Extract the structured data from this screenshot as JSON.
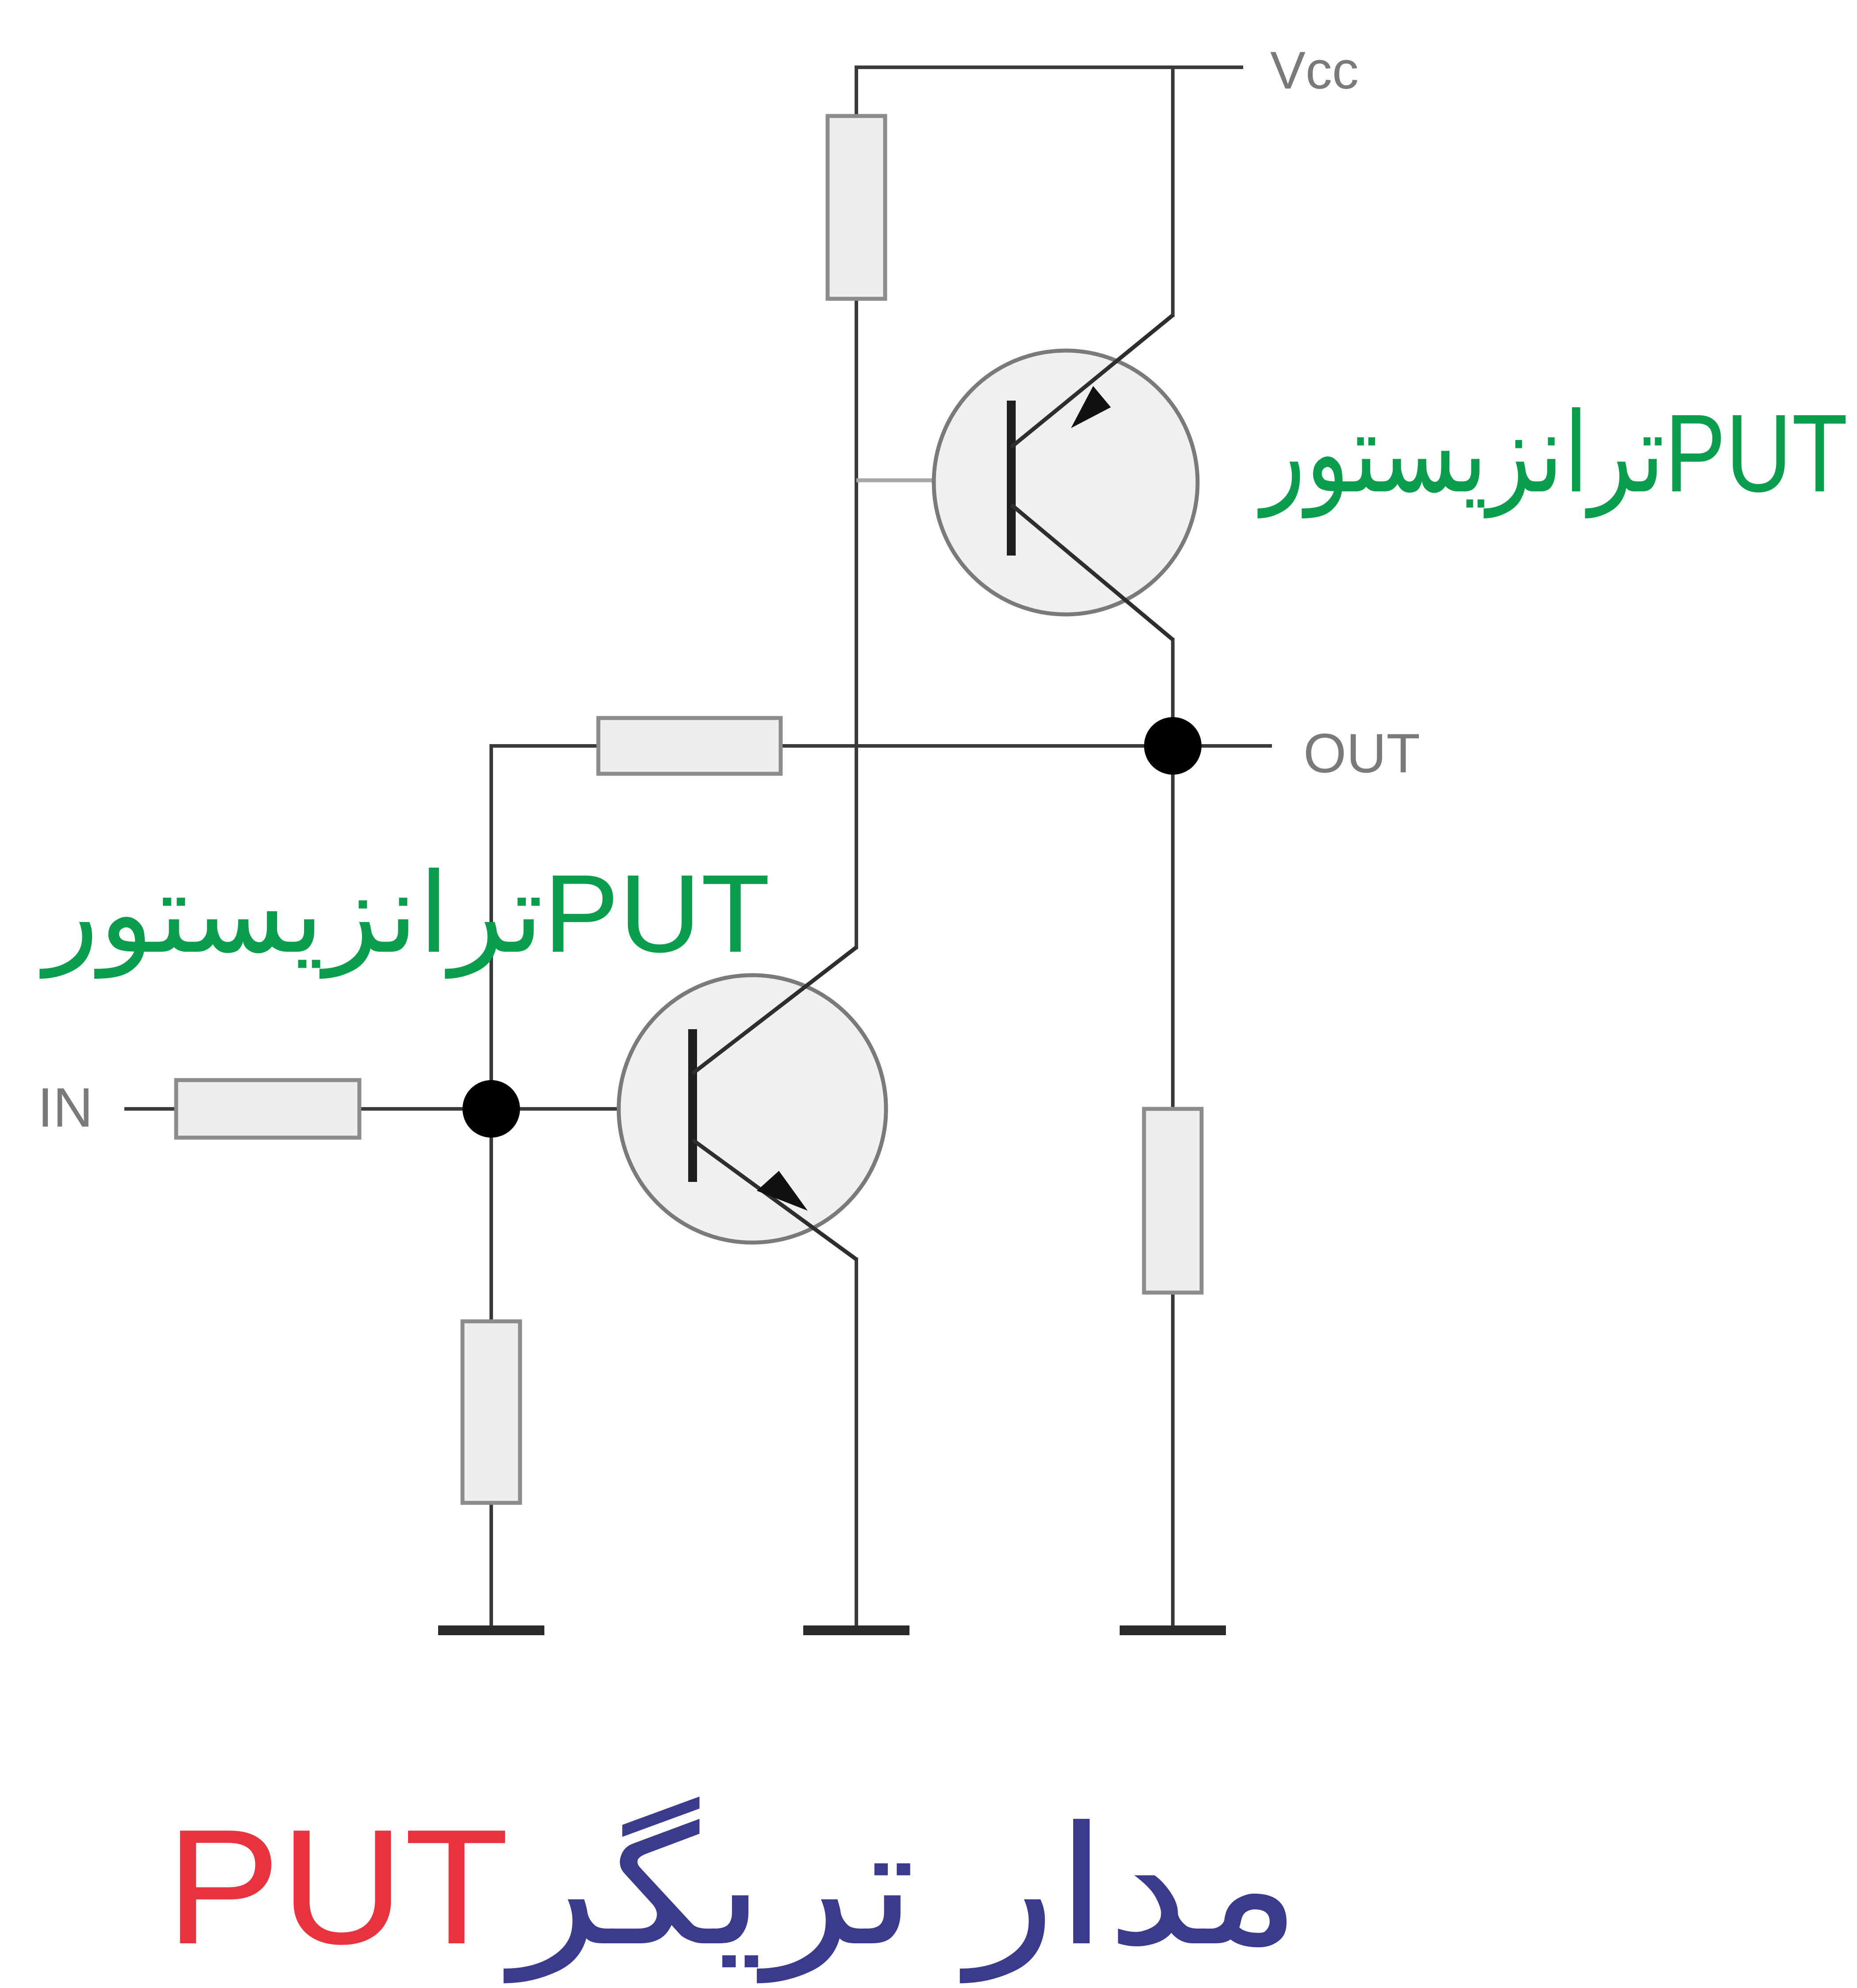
{
  "labels": {
    "vcc": "Vcc",
    "out": "OUT",
    "in": "IN",
    "upper_transistor": "ترانزیستورPUT",
    "lower_transistor": "ترانزیستورPUT"
  },
  "title": {
    "fa_text": "مدار تریگر",
    "latin_text": "PUT"
  },
  "colors": {
    "transistor_label": "#0a9d4e",
    "title_persian": "#3b3b8e",
    "title_latin": "#e8333f"
  }
}
